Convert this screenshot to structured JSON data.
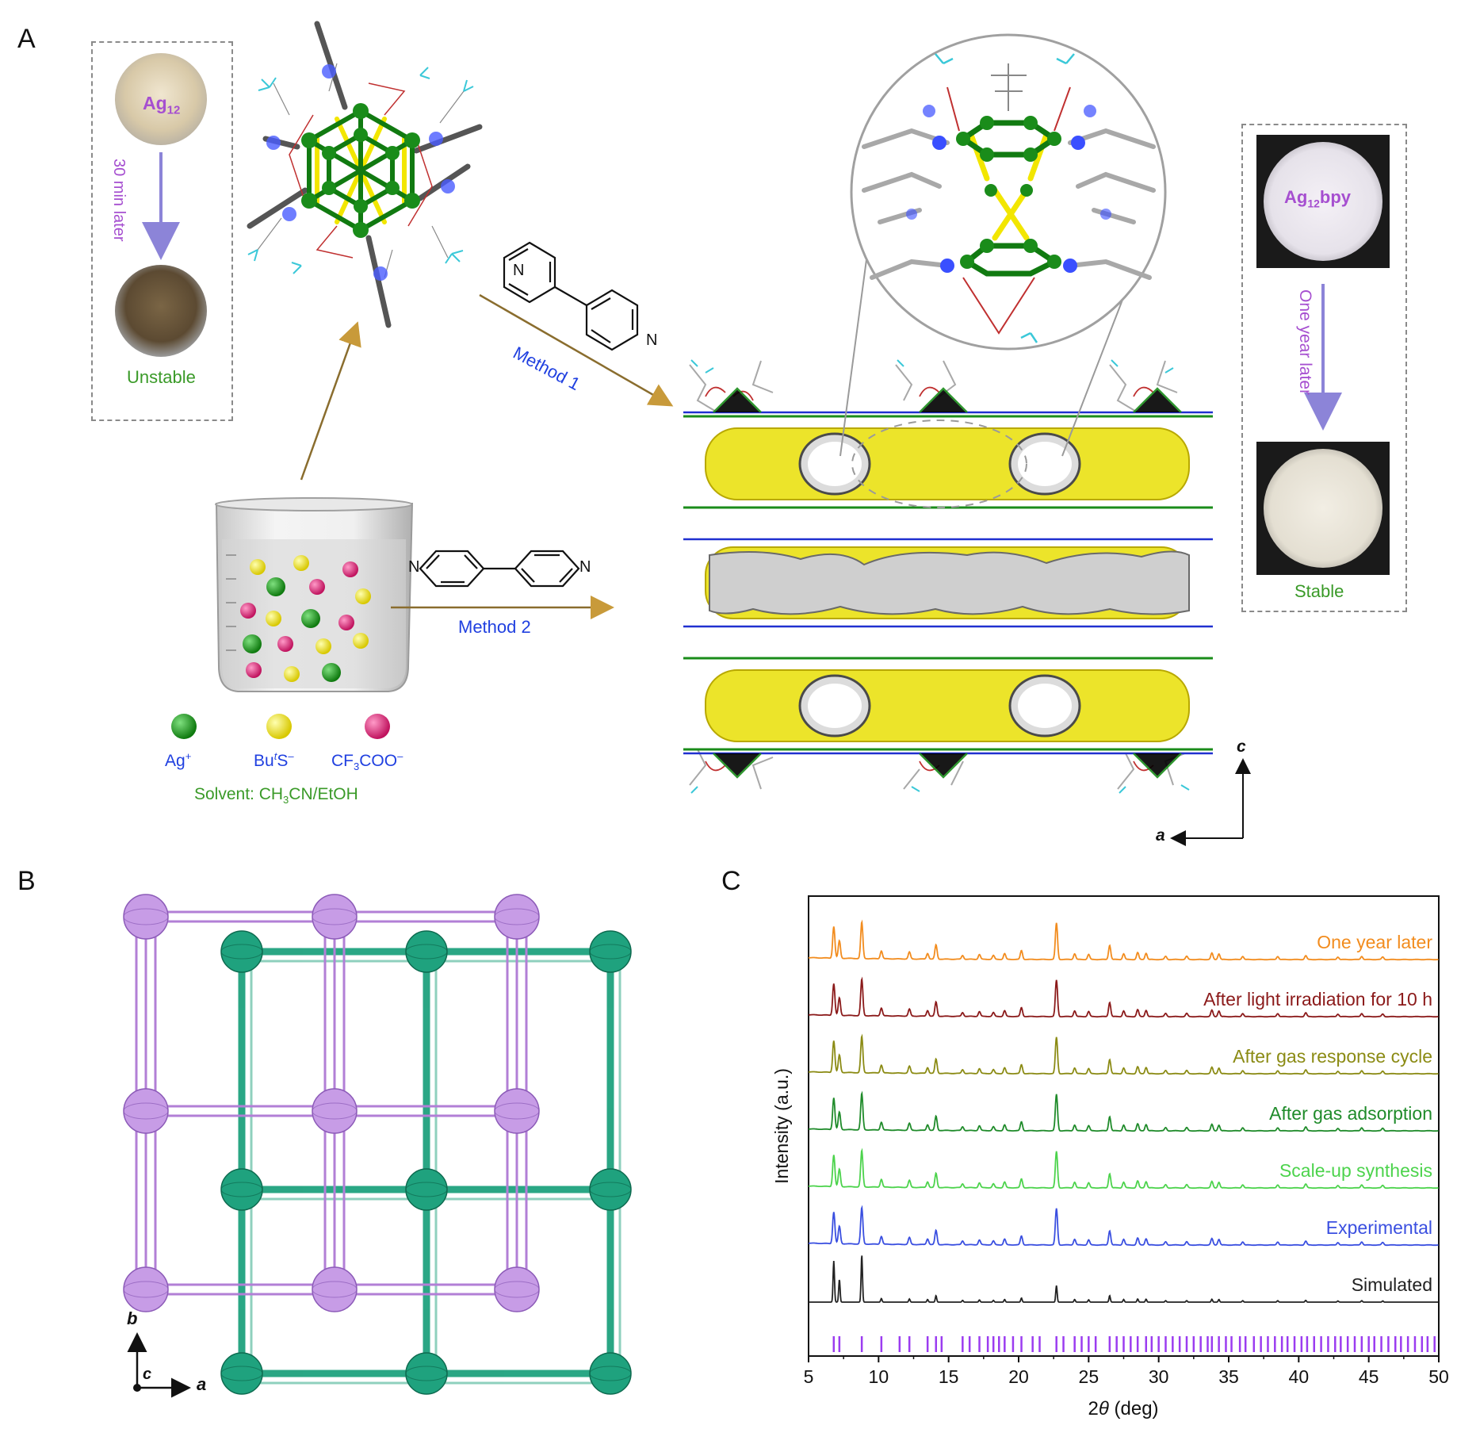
{
  "panels": {
    "a": "A",
    "b": "B",
    "c": "C"
  },
  "ag12_box": {
    "top_label": "Ag",
    "top_label_sub": "12",
    "arrow_text": "30 min later",
    "bottom_label": "Unstable"
  },
  "bpy_box": {
    "top_label": "Ag",
    "top_label_sub": "12",
    "top_label_suffix": "bpy",
    "arrow_text": "One year later",
    "bottom_label": "Stable"
  },
  "methods": {
    "method1": "Method 1",
    "method2": "Method 2"
  },
  "ligand_atoms": {
    "n": "N"
  },
  "legend": {
    "ag": "Ag",
    "ag_sup": "+",
    "bus_prefix": "Bu",
    "bus_sup": "t",
    "bus_suffix": "S",
    "bus_sup2": "–",
    "cf3_prefix": "CF",
    "cf3_sub": "3",
    "cf3_suffix": "COO",
    "cf3_sup": "–",
    "solvent_prefix": "Solvent: CH",
    "solvent_sub": "3",
    "solvent_suffix": "CN/EtOH"
  },
  "axes_a": {
    "c": "c",
    "a": "a"
  },
  "axes_b": {
    "b": "b",
    "c": "c",
    "a": "a"
  },
  "colors": {
    "silver": "#1a8c1a",
    "sulfur": "#f2e600",
    "cf3coo": "#e0287a",
    "purple_net": "#b27fd6",
    "green_net": "#1fa27e",
    "label_purple": "#a64fd0",
    "label_green": "#3a9a28",
    "label_blue": "#2040e0",
    "arrow_gold": "#c89a3a"
  },
  "chart_data": {
    "type": "line",
    "xlabel": "2θ (deg)",
    "xlabel_prefix": "2",
    "xlabel_theta": "θ",
    "xlabel_suffix": " (deg)",
    "ylabel": "Intensity (a.u.)",
    "xlim": [
      5,
      50
    ],
    "xticks": [
      5,
      10,
      15,
      20,
      25,
      30,
      35,
      40,
      45,
      50
    ],
    "peaks": [
      {
        "x": 6.8,
        "h": 1.0
      },
      {
        "x": 7.2,
        "h": 0.55
      },
      {
        "x": 8.8,
        "h": 1.15
      },
      {
        "x": 10.2,
        "h": 0.25
      },
      {
        "x": 12.2,
        "h": 0.22
      },
      {
        "x": 13.5,
        "h": 0.18
      },
      {
        "x": 14.1,
        "h": 0.45
      },
      {
        "x": 16.0,
        "h": 0.12
      },
      {
        "x": 17.2,
        "h": 0.15
      },
      {
        "x": 18.2,
        "h": 0.12
      },
      {
        "x": 19.0,
        "h": 0.18
      },
      {
        "x": 20.2,
        "h": 0.28
      },
      {
        "x": 22.7,
        "h": 1.15
      },
      {
        "x": 24.0,
        "h": 0.18
      },
      {
        "x": 25.0,
        "h": 0.16
      },
      {
        "x": 26.5,
        "h": 0.45
      },
      {
        "x": 27.5,
        "h": 0.18
      },
      {
        "x": 28.5,
        "h": 0.22
      },
      {
        "x": 29.1,
        "h": 0.2
      },
      {
        "x": 30.5,
        "h": 0.1
      },
      {
        "x": 32.0,
        "h": 0.1
      },
      {
        "x": 33.8,
        "h": 0.2
      },
      {
        "x": 34.3,
        "h": 0.18
      },
      {
        "x": 36.0,
        "h": 0.1
      },
      {
        "x": 38.5,
        "h": 0.1
      },
      {
        "x": 40.5,
        "h": 0.12
      },
      {
        "x": 42.8,
        "h": 0.08
      },
      {
        "x": 44.5,
        "h": 0.1
      },
      {
        "x": 46.0,
        "h": 0.08
      }
    ],
    "series": [
      {
        "name": "One year later",
        "color": "#f28c1e",
        "sim": false
      },
      {
        "name": "After light irradiation for 10 h",
        "color": "#8b1a1a",
        "sim": false
      },
      {
        "name": "After gas response cycle",
        "color": "#8b8b14",
        "sim": false
      },
      {
        "name": "After gas adsorption",
        "color": "#1f8b2a",
        "sim": false
      },
      {
        "name": "Scale-up synthesis",
        "color": "#4cd34c",
        "sim": false
      },
      {
        "name": "Experimental",
        "color": "#3a4fe0",
        "sim": false
      },
      {
        "name": "Simulated",
        "color": "#222222",
        "sim": true
      }
    ],
    "tick_marks": [
      6.8,
      7.2,
      8.8,
      10.2,
      11.5,
      12.2,
      13.5,
      14.1,
      14.5,
      16.0,
      16.5,
      17.2,
      17.8,
      18.2,
      18.6,
      19.0,
      19.6,
      20.2,
      21.0,
      21.5,
      22.7,
      23.2,
      24.0,
      24.5,
      25.0,
      25.5,
      26.5,
      27.0,
      27.5,
      28.0,
      28.5,
      29.1,
      29.5,
      30.0,
      30.5,
      31.0,
      31.5,
      32.0,
      32.5,
      33.0,
      33.5,
      33.8,
      34.3,
      34.8,
      35.2,
      35.8,
      36.2,
      36.8,
      37.3,
      37.8,
      38.3,
      38.8,
      39.2,
      39.7,
      40.2,
      40.6,
      41.1,
      41.6,
      42.1,
      42.6,
      43.0,
      43.5,
      44.0,
      44.5,
      45.0,
      45.4,
      45.9,
      46.4,
      46.9,
      47.3,
      47.8,
      48.3,
      48.8,
      49.2,
      49.7
    ],
    "tick_mark_color": "#9b3cf0"
  }
}
